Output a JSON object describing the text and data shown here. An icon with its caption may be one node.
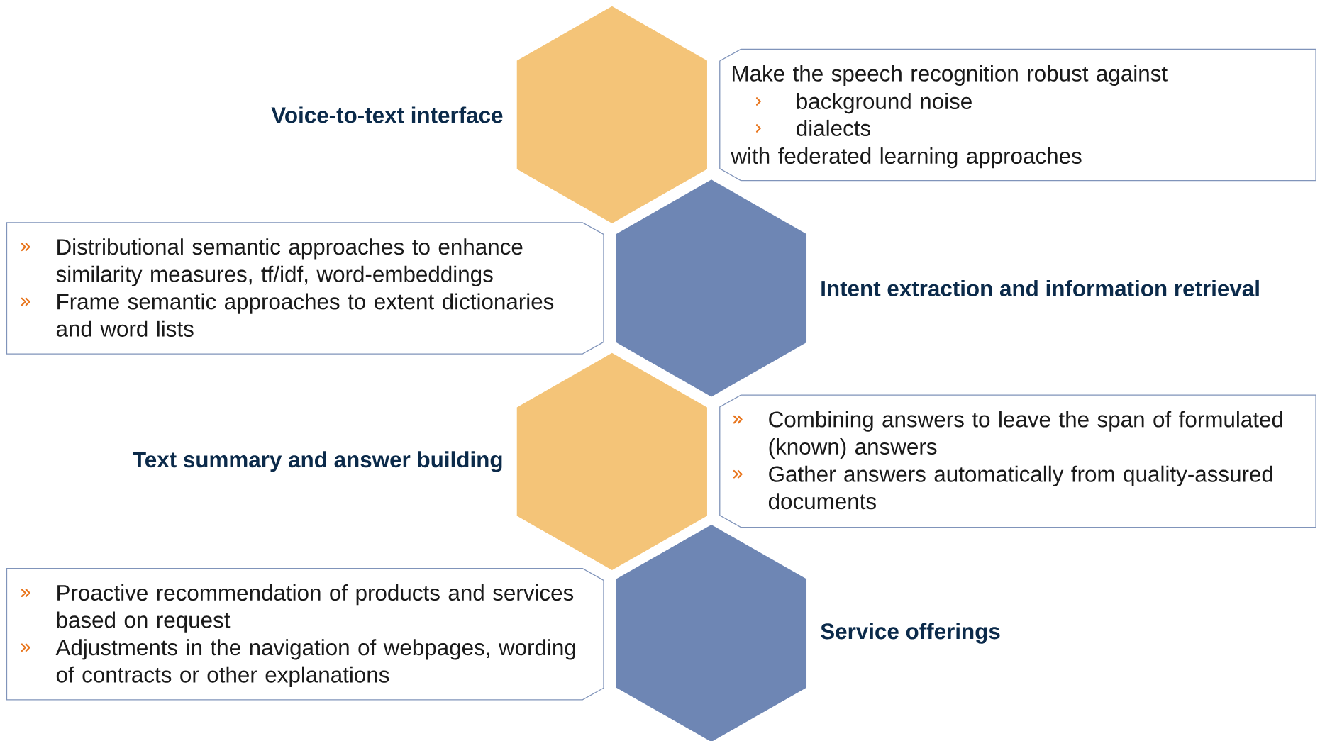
{
  "diagram": {
    "nodes": [
      {
        "text": [
          "Voice-to-text interface"
        ]
      },
      {
        "text": [
          "Make the speech recognition robust against",
          "background noise",
          "dialects",
          "with federated learning approaches"
        ]
      },
      {
        "text": [
          "Distributional semantic approaches to enhance similarity measures, tf/idf, word-embeddings",
          "Frame semantic approaches to extent dictionaries and word lists"
        ]
      },
      {
        "text": [
          "Intent extraction and information retrieval"
        ]
      },
      {
        "text": [
          "Text summary and answer building"
        ]
      },
      {
        "text": [
          "Combining answers to leave the span of formulated (known) answers",
          "Gather answers automatically from quality-assured documents"
        ]
      },
      {
        "text": [
          "Proactive recommendation of products and services based on request",
          "Adjustments in the navigation of webpages, wording of contracts or other explanations"
        ]
      },
      {
        "text": [
          "Service offerings"
        ]
      }
    ]
  }
}
